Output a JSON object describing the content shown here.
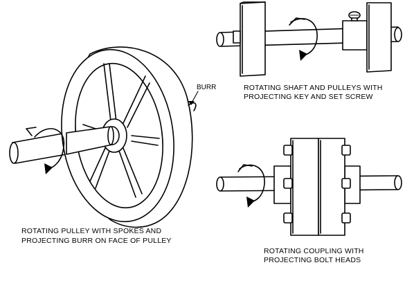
{
  "panels": {
    "pulley": {
      "caption_line1": "ROTATING PULLEY WITH SPOKES AND",
      "caption_line2": "PROJECTING BURR ON FACE OF PULLEY",
      "label": "BURR"
    },
    "shaft": {
      "caption_line1": "ROTATING SHAFT AND PULLEYS WITH",
      "caption_line2": "PROJECTING KEY AND SET SCREW"
    },
    "coupling": {
      "caption_line1": "ROTATING COUPLING WITH",
      "caption_line2": "PROJECTING BOLT HEADS"
    }
  },
  "icons": [
    "rotation-arrow-icon"
  ]
}
